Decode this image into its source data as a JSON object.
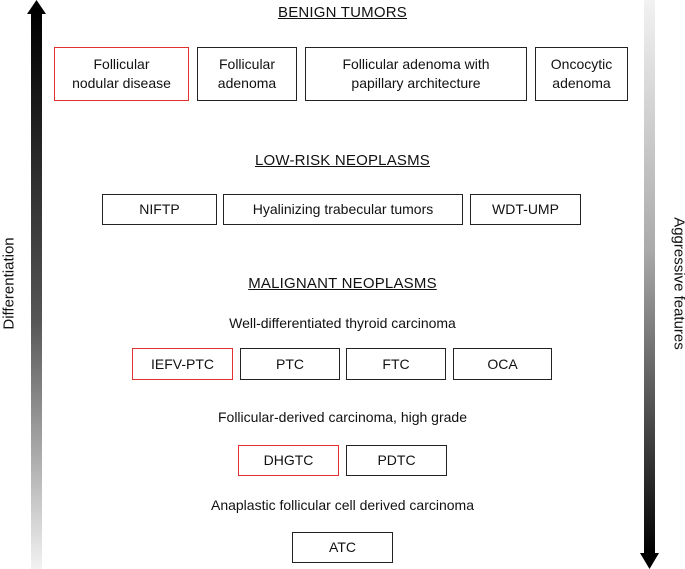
{
  "sections": {
    "benign": {
      "heading": "BENIGN TUMORS",
      "boxes": [
        "Follicular\nnodular disease",
        "Follicular\nadenoma",
        "Follicular adenoma with\npapillary architecture",
        "Oncocytic\nadenoma"
      ]
    },
    "low_risk": {
      "heading": "LOW-RISK NEOPLASMS",
      "boxes": [
        "NIFTP",
        "Hyalinizing trabecular tumors",
        "WDT-UMP"
      ]
    },
    "malignant": {
      "heading": "MALIGNANT NEOPLASMS",
      "well_diff": {
        "label": "Well-differentiated thyroid carcinoma",
        "boxes": [
          "IEFV-PTC",
          "PTC",
          "FTC",
          "OCA"
        ]
      },
      "high_grade": {
        "label": "Follicular-derived carcinoma, high grade",
        "boxes": [
          "DHGTC",
          "PDTC"
        ]
      },
      "anaplastic": {
        "label": "Anaplastic follicular cell derived carcinoma",
        "boxes": [
          "ATC"
        ]
      }
    }
  },
  "axes": {
    "left_label": "Differentiation",
    "right_label": "Aggressive features"
  },
  "colors": {
    "highlight_border": "#e0312f",
    "box_border": "#222222",
    "arrow_dark": "#000000"
  }
}
